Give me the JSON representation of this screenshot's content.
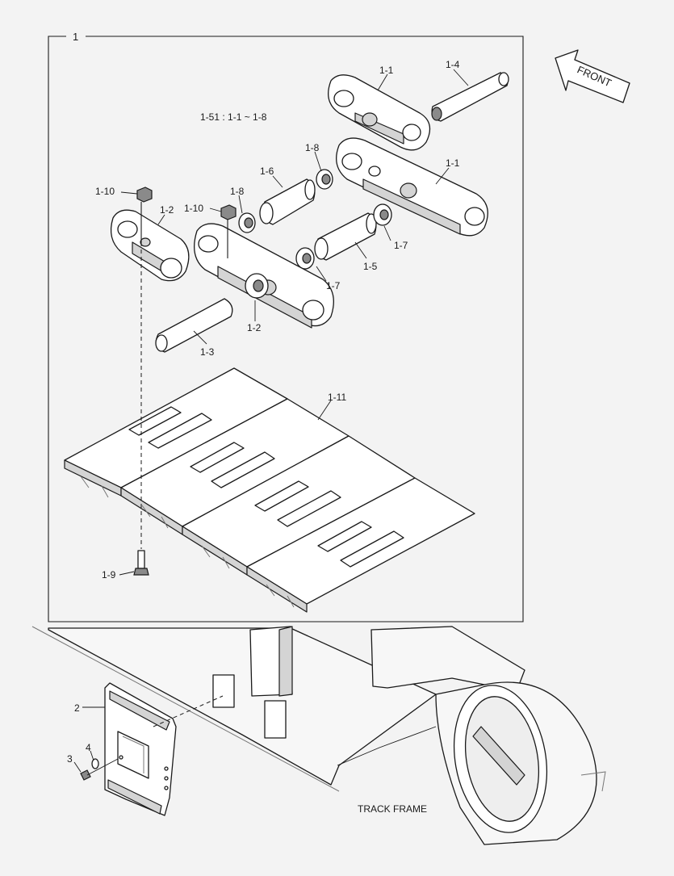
{
  "diagram": {
    "assembly_label": "1",
    "note": "1-51 : 1-1 ~ 1-8",
    "front_label": "FRONT",
    "frame_label": "TRACK FRAME",
    "callouts": {
      "p1_1a": "1-1",
      "p1_1b": "1-1",
      "p1_2a": "1-2",
      "p1_2b": "1-2",
      "p1_3": "1-3",
      "p1_4": "1-4",
      "p1_5": "1-5",
      "p1_6": "1-6",
      "p1_7a": "1-7",
      "p1_7b": "1-7",
      "p1_8a": "1-8",
      "p1_8b": "1-8",
      "p1_9": "1-9",
      "p1_10a": "1-10",
      "p1_10b": "1-10",
      "p1_11": "1-11",
      "p2": "2",
      "p3": "3",
      "p4": "4"
    }
  }
}
